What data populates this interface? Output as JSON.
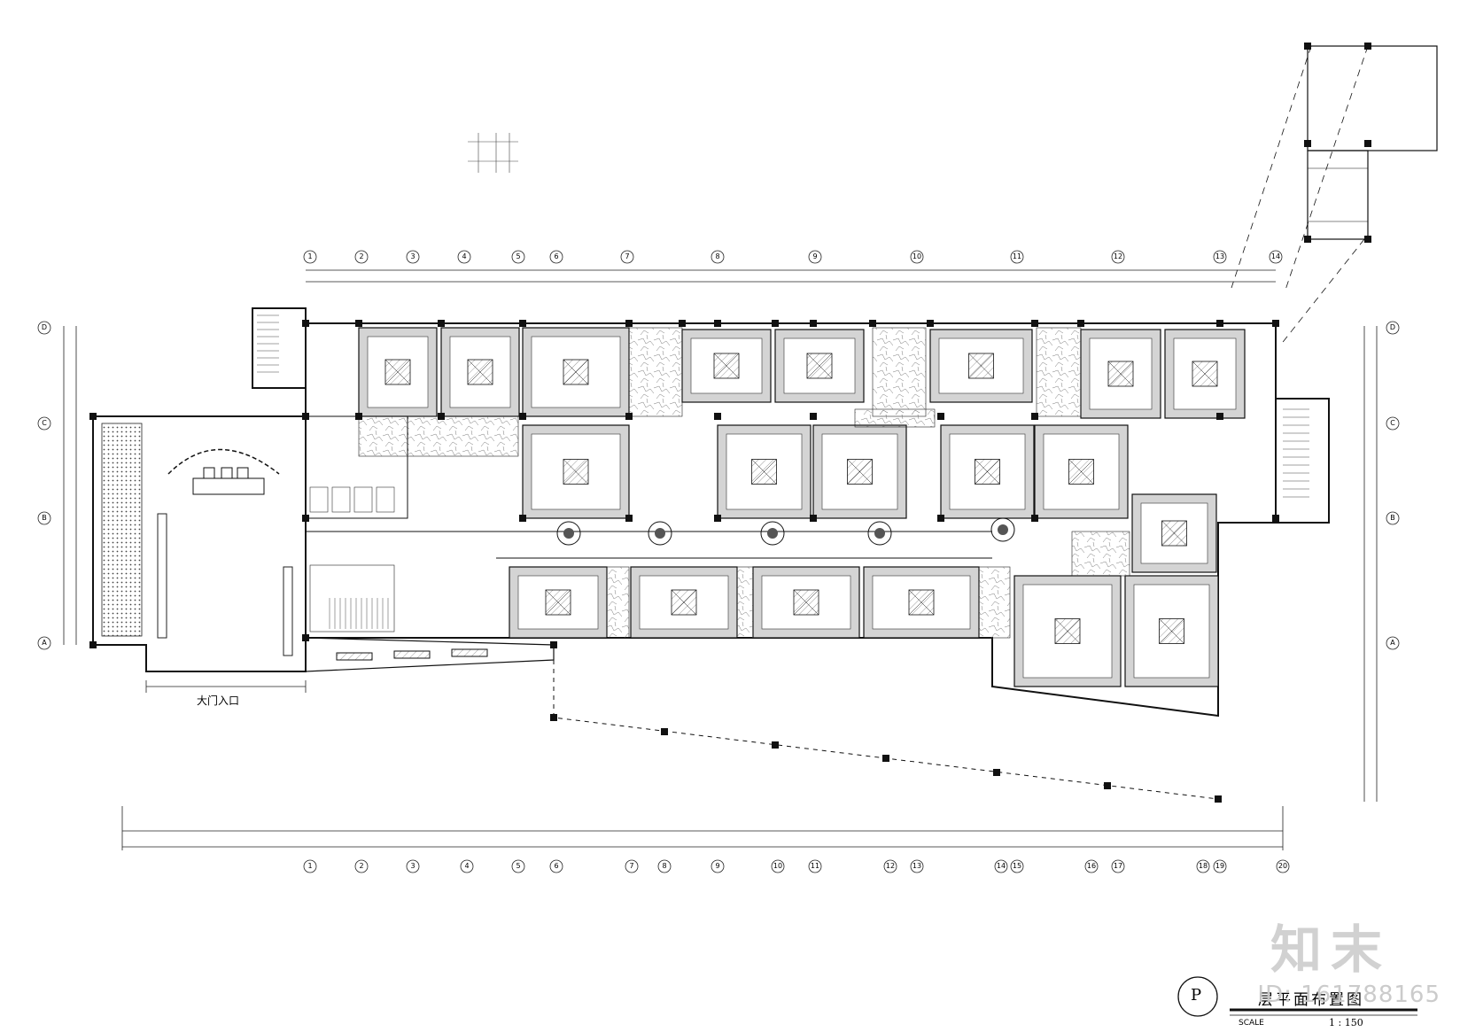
{
  "drawing": {
    "entrance_label": "大门入口",
    "sheet_symbol": "P",
    "sheet_title": "层平面布置图",
    "scale_prefix": "SCALE",
    "scale": "1 : 150",
    "watermark_brand": "知末",
    "watermark_id": "ID: 161788165"
  },
  "axes": {
    "top": [
      "1",
      "2",
      "3",
      "4",
      "5",
      "6",
      "7",
      "8",
      "9",
      "10",
      "11",
      "12",
      "13",
      "14"
    ],
    "bottom": [
      "1",
      "2",
      "3",
      "4",
      "5",
      "6",
      "7",
      "8",
      "9",
      "10",
      "11",
      "12",
      "13",
      "14",
      "15",
      "16",
      "17",
      "18",
      "19",
      "20"
    ],
    "left": [
      "D",
      "C",
      "B",
      "A"
    ],
    "right": [
      "D",
      "C",
      "B",
      "A"
    ]
  },
  "colors": {
    "line": "#111111",
    "room_fill": "#d4d4d4",
    "accent_gray": "#9a9a9a",
    "paper": "#ffffff"
  }
}
